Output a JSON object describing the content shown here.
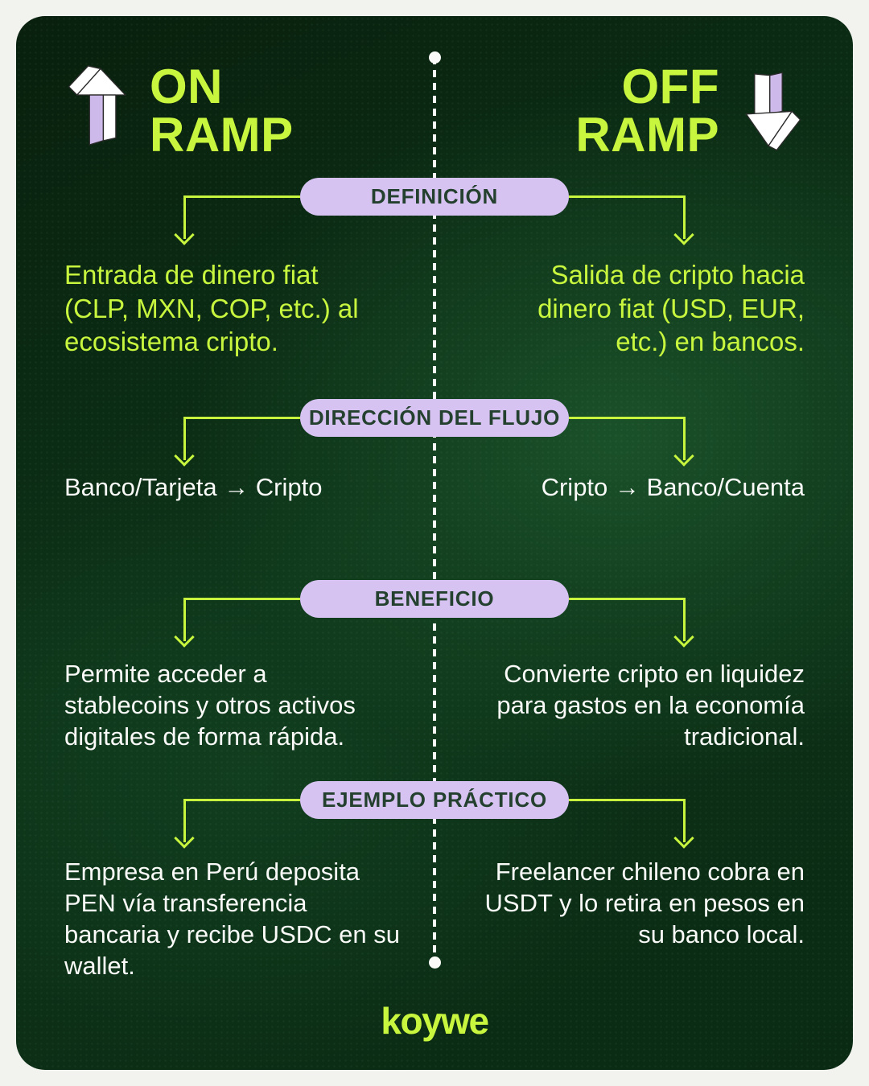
{
  "header": {
    "left": {
      "title": "ON\nRAMP",
      "icon": "arrow-up-3d"
    },
    "right": {
      "title": "OFF\nRAMP",
      "icon": "arrow-down-3d"
    }
  },
  "sections": [
    {
      "label": "DEFINICIÓN",
      "left": "Entrada de dinero fiat\n(CLP, MXN, COP, etc.) al\necosistema cripto.",
      "right": "Salida de cripto hacia\ndinero fiat (USD, EUR,\netc.) en bancos."
    },
    {
      "label": "DIRECCIÓN DEL FLUJO",
      "left": "Banco/Tarjeta → Cripto",
      "right": "Cripto → Banco/Cuenta"
    },
    {
      "label": "BENEFICIO",
      "left": "Permite acceder a\nstablecoins y otros activos\ndigitales de forma rápida.",
      "right": "Convierte cripto en liquidez\npara gastos en la economía\ntradicional."
    },
    {
      "label": "EJEMPLO PRÁCTICO",
      "left": "Empresa en Perú deposita\nPEN vía transferencia\nbancaria y recibe USDC en su\nwallet.",
      "right": "Freelancer chileno cobra en\nUSDT y lo retira en pesos en\nsu banco local."
    }
  ],
  "footer": {
    "logo": "koywe"
  },
  "colors": {
    "lime": "#c8f63e",
    "purple": "#d7c3f1",
    "pill_text": "#24402e",
    "card_dark_green": "#0a2a13",
    "page_background": "#f2f2ef",
    "body_text": "#fafaf8"
  }
}
